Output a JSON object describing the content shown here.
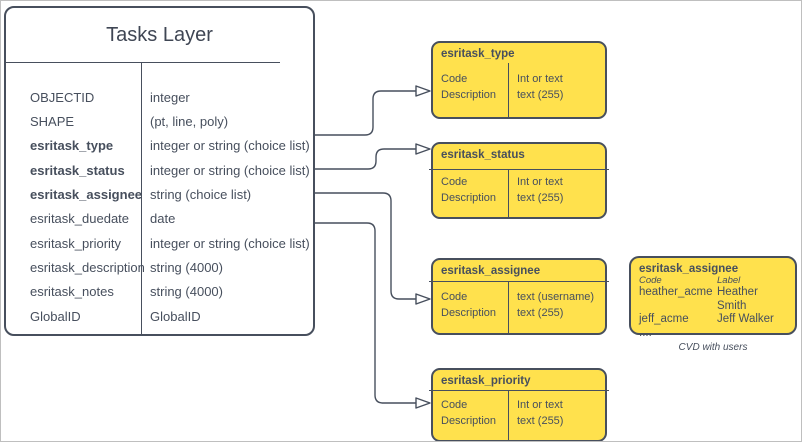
{
  "main_table": {
    "title": "Tasks Layer",
    "rows": [
      {
        "name": "OBJECTID",
        "type": "integer"
      },
      {
        "name": "SHAPE",
        "type": "(pt, line, poly)"
      },
      {
        "name": "esritask_type",
        "type": "integer or string (choice list)"
      },
      {
        "name": "esritask_status",
        "type": "integer or string (choice list)"
      },
      {
        "name": "esritask_assignee",
        "type": "string (choice list)"
      },
      {
        "name": "esritask_duedate",
        "type": "date"
      },
      {
        "name": "esritask_priority",
        "type": "integer or string (choice list)"
      },
      {
        "name": "esritask_description",
        "type": "string (4000)"
      },
      {
        "name": "esritask_notes",
        "type": "string (4000)"
      },
      {
        "name": "GlobalID",
        "type": "GlobalID"
      }
    ]
  },
  "domain_tables": [
    {
      "title": "esritask_type",
      "fields": "Code\nDescription",
      "types": "Int or text\ntext (255)"
    },
    {
      "title": "esritask_status",
      "fields": "Code\nDescription",
      "types": "Int or text\ntext (255)"
    },
    {
      "title": "esritask_assignee",
      "fields": "Code\nDescription",
      "types": "text  (username)\ntext (255)"
    },
    {
      "title": "esritask_priority",
      "fields": "Code\nDescription",
      "types": "Int or text\ntext (255)"
    }
  ],
  "assignee_cvd": {
    "title": "esritask_assignee",
    "col_headers": [
      "Code",
      "Label"
    ],
    "rows": [
      {
        "code": "heather_acme",
        "label": "Heather Smith"
      },
      {
        "code": "jeff_acme",
        "label": "Jeff Walker"
      }
    ],
    "ellipsis": "....",
    "caption": "CVD with users"
  },
  "colors": {
    "shape_fill_yellow": "#FFE14D",
    "stroke_dark": "#474F5D",
    "frame_border": "#BFBFBF"
  }
}
